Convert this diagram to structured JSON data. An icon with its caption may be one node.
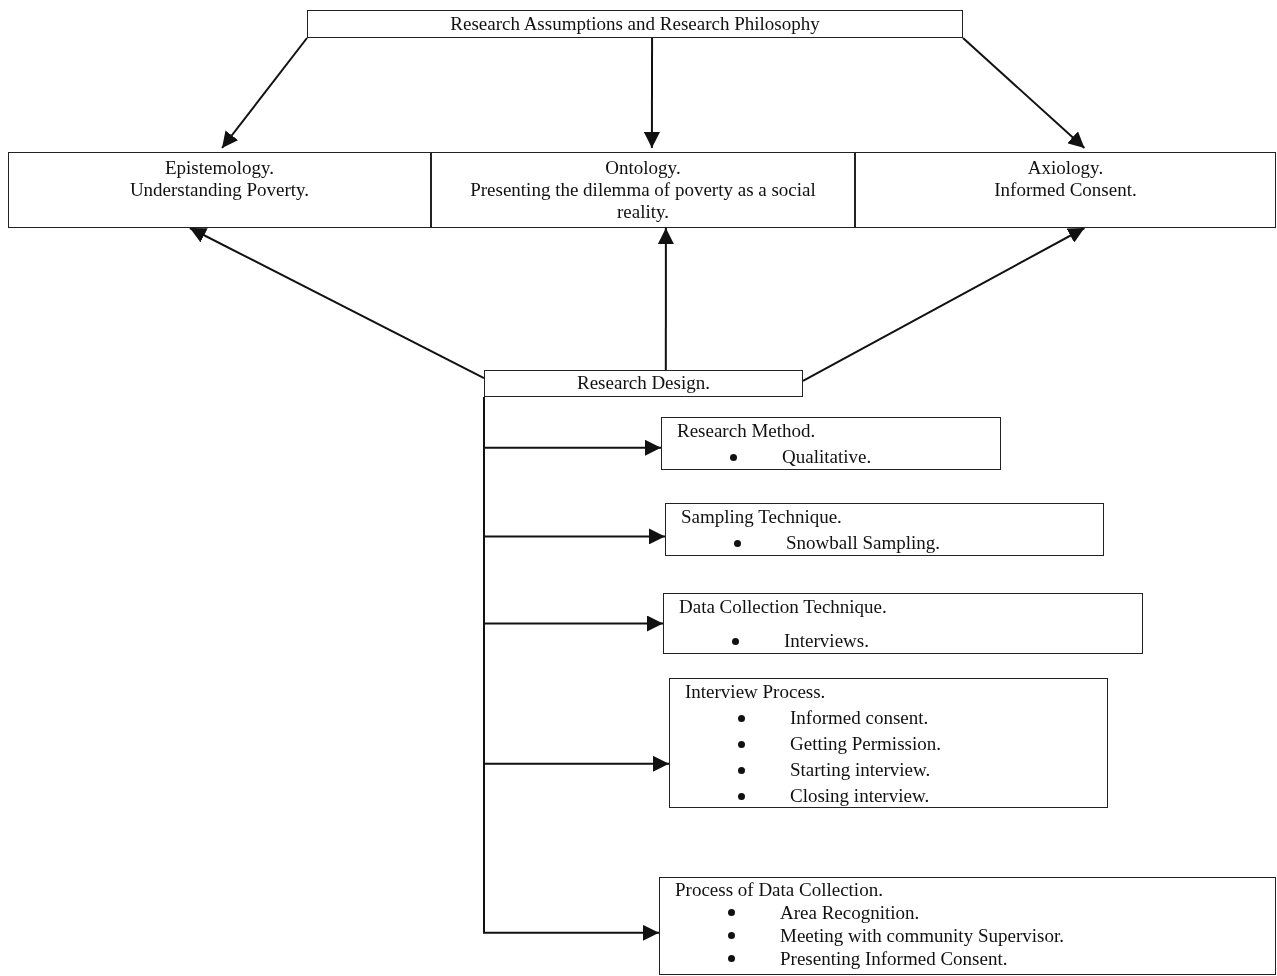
{
  "diagram": {
    "nodes": [
      {
        "text": [
          "Research Assumptions and Research Philosophy"
        ]
      },
      {
        "text": [
          "Epistemology.",
          "Understanding Poverty."
        ]
      },
      {
        "text": [
          "Ontology.",
          "Presenting the dilemma of poverty as a social reality."
        ]
      },
      {
        "text": [
          "Axiology.",
          "Informed Consent."
        ]
      },
      {
        "text": [
          "Research Design."
        ]
      },
      {
        "text": [
          "Research Method.",
          "Qualitative."
        ]
      },
      {
        "text": [
          "Sampling Technique.",
          "Snowball Sampling."
        ]
      },
      {
        "text": [
          "Data Collection Technique.",
          "Interviews."
        ]
      },
      {
        "text": [
          "Interview Process.",
          "Informed consent.",
          "Getting Permission.",
          "Starting interview.",
          "Closing interview."
        ]
      },
      {
        "text": [
          "Process of Data Collection.",
          "Area Recognition.",
          "Meeting with community Supervisor.",
          "Presenting Informed Consent."
        ]
      }
    ],
    "edges": [
      {
        "from": 0,
        "to": 1,
        "arrow": "to"
      },
      {
        "from": 0,
        "to": 2,
        "arrow": "to"
      },
      {
        "from": 0,
        "to": 3,
        "arrow": "to"
      },
      {
        "from": 4,
        "to": 1,
        "arrow": "to"
      },
      {
        "from": 4,
        "to": 2,
        "arrow": "to"
      },
      {
        "from": 4,
        "to": 3,
        "arrow": "to"
      },
      {
        "from": 4,
        "to": 5,
        "arrow": "to"
      },
      {
        "from": 4,
        "to": 6,
        "arrow": "to"
      },
      {
        "from": 4,
        "to": 7,
        "arrow": "to"
      },
      {
        "from": 4,
        "to": 8,
        "arrow": "to"
      },
      {
        "from": 4,
        "to": 9,
        "arrow": "to"
      }
    ]
  }
}
